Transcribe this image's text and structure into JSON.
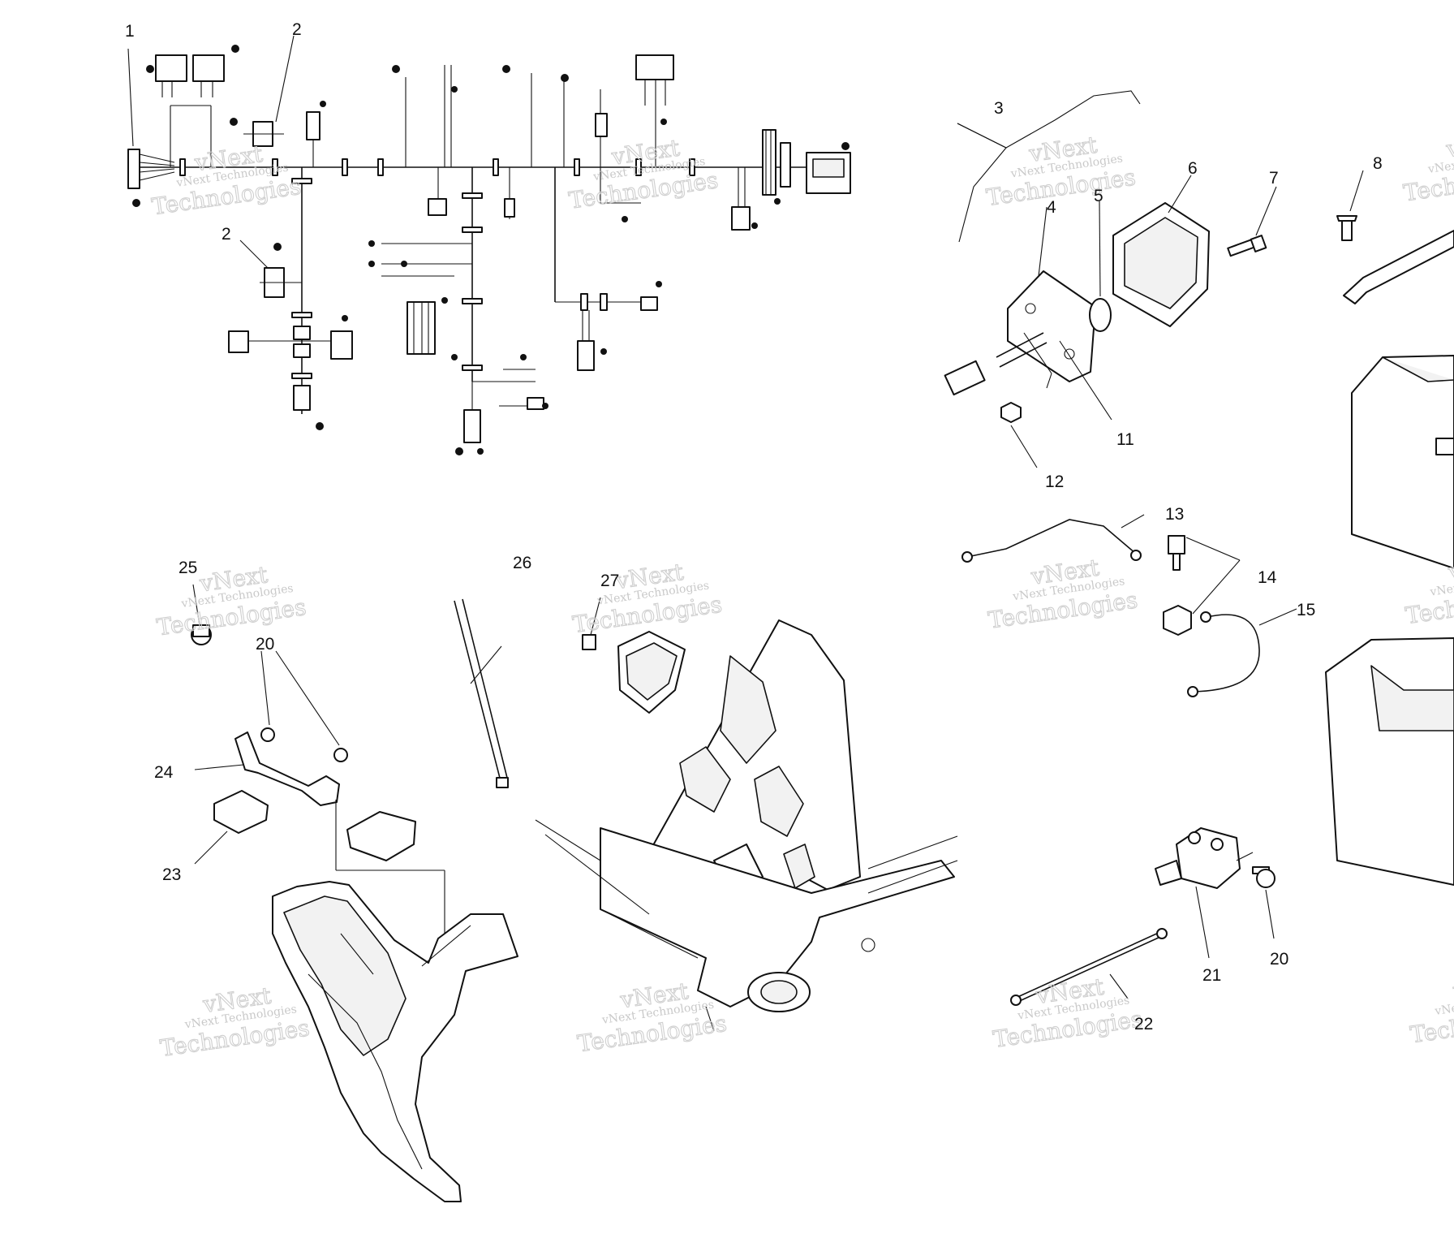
{
  "callouts": [
    {
      "id": "c1",
      "text": "1"
    },
    {
      "id": "c2a",
      "text": "2"
    },
    {
      "id": "c2b",
      "text": "2"
    },
    {
      "id": "c3",
      "text": "3"
    },
    {
      "id": "c4",
      "text": "4"
    },
    {
      "id": "c5",
      "text": "5"
    },
    {
      "id": "c6",
      "text": "6"
    },
    {
      "id": "c7",
      "text": "7"
    },
    {
      "id": "c8",
      "text": "8"
    },
    {
      "id": "c11",
      "text": "11"
    },
    {
      "id": "c12",
      "text": "12"
    },
    {
      "id": "c13",
      "text": "13"
    },
    {
      "id": "c14",
      "text": "14"
    },
    {
      "id": "c15",
      "text": "15"
    },
    {
      "id": "c20a",
      "text": "20"
    },
    {
      "id": "c20b",
      "text": "20"
    },
    {
      "id": "c21",
      "text": "21"
    },
    {
      "id": "c22",
      "text": "22"
    },
    {
      "id": "c23",
      "text": "23"
    },
    {
      "id": "c24",
      "text": "24"
    },
    {
      "id": "c25",
      "text": "25"
    },
    {
      "id": "c26",
      "text": "26"
    },
    {
      "id": "c27",
      "text": "27"
    }
  ],
  "watermark": {
    "line1": "vNext Technologies",
    "line2": "vNext",
    "line3": "Technologies"
  },
  "colors": {
    "ink": "#111111",
    "watermark": "#c9c9c9",
    "background": "#ffffff"
  }
}
